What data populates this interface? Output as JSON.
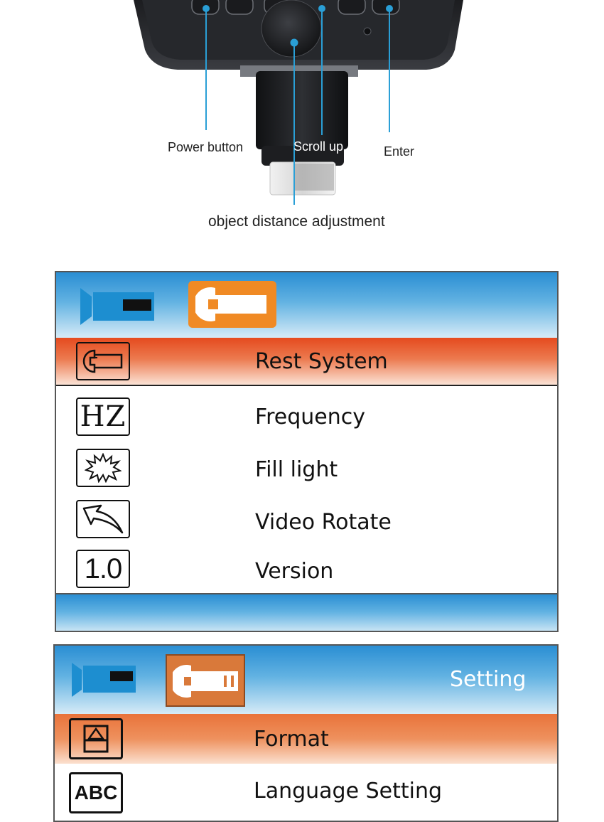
{
  "device": {
    "callouts": {
      "power": "Power button",
      "scroll_up": "Scroll up",
      "enter": "Enter",
      "distance": "object distance adjustment"
    },
    "colors": {
      "leader_line": "#2a9fd6",
      "body": "#2b2d31"
    }
  },
  "menu_reset": {
    "header_icons": [
      "video-camera-icon",
      "wrench-icon"
    ],
    "items": [
      {
        "label": "Rest System",
        "icon": "wrench-icon",
        "selected": true
      },
      {
        "label": "Frequency",
        "icon": "hz-icon",
        "icon_text": "HZ",
        "selected": false
      },
      {
        "label": "Fill light",
        "icon": "starburst-icon",
        "selected": false
      },
      {
        "label": "Video Rotate",
        "icon": "rotate-arrow-icon",
        "selected": false
      },
      {
        "label": "Version",
        "icon": "version-icon",
        "icon_text": "1.0",
        "selected": false
      }
    ]
  },
  "menu_setting": {
    "title": "Setting",
    "header_icons": [
      "video-camera-icon",
      "wrench-icon"
    ],
    "items": [
      {
        "label": "Format",
        "icon": "format-icon",
        "selected": true
      },
      {
        "label": "Language Setting",
        "icon": "abc-icon",
        "icon_text": "ABC",
        "selected": false
      }
    ]
  },
  "colors": {
    "header_blue": "#2a8ed3",
    "selected_orange": "#e54a1e",
    "wrench_tile": "#f08a24"
  }
}
